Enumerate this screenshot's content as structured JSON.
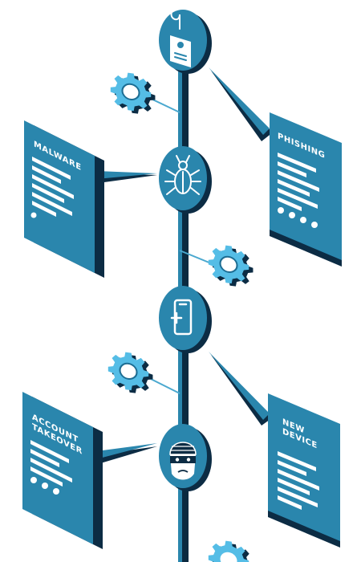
{
  "colors": {
    "primary": "#2a86ad",
    "dark": "#0c2c44",
    "mid": "#1d6d93",
    "light": "#55bde6",
    "line": "#0b2a40"
  },
  "nodes": [
    {
      "id": "phishing-hook",
      "icon": "phishing-hook-icon"
    },
    {
      "id": "malware-bug",
      "icon": "bug-icon"
    },
    {
      "id": "new-device-phone",
      "icon": "smartphone-icon"
    },
    {
      "id": "account-takeover-thief",
      "icon": "thief-icon"
    }
  ],
  "cards": [
    {
      "id": "malware",
      "lines": [
        "MALWARE"
      ]
    },
    {
      "id": "phishing",
      "lines": [
        "PHISHING"
      ]
    },
    {
      "id": "account-takeover",
      "lines": [
        "ACCOUNT",
        "TAKEOVER"
      ]
    },
    {
      "id": "new-device",
      "lines": [
        "NEW",
        "DEVICE"
      ]
    }
  ],
  "gears": [
    {
      "id": "gear-1",
      "icon": "gear-icon"
    },
    {
      "id": "gear-2",
      "icon": "gear-icon"
    },
    {
      "id": "gear-3",
      "icon": "gear-icon"
    },
    {
      "id": "gear-4",
      "icon": "gear-icon"
    }
  ]
}
